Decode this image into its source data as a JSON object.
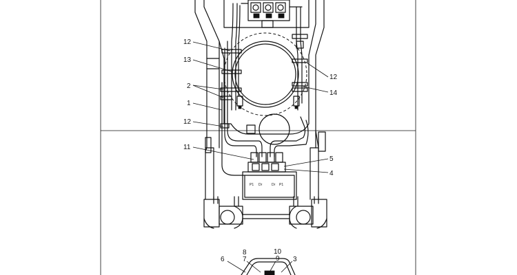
{
  "callouts": [
    {
      "id": "c12a",
      "text": "12"
    },
    {
      "id": "c13",
      "text": "13"
    },
    {
      "id": "c2",
      "text": "2"
    },
    {
      "id": "c1",
      "text": "1"
    },
    {
      "id": "c12b",
      "text": "12"
    },
    {
      "id": "c11",
      "text": "11"
    },
    {
      "id": "c12c",
      "text": "12"
    },
    {
      "id": "c14",
      "text": "14"
    },
    {
      "id": "c5",
      "text": "5"
    },
    {
      "id": "c4",
      "text": "4"
    },
    {
      "id": "c6",
      "text": "6"
    },
    {
      "id": "c8",
      "text": "8"
    },
    {
      "id": "c7",
      "text": "7"
    },
    {
      "id": "c10",
      "text": "10"
    },
    {
      "id": "c9",
      "text": "9"
    },
    {
      "id": "c3",
      "text": "3"
    }
  ],
  "ports": [
    "P1",
    "Dr",
    "Dr",
    "P1"
  ]
}
